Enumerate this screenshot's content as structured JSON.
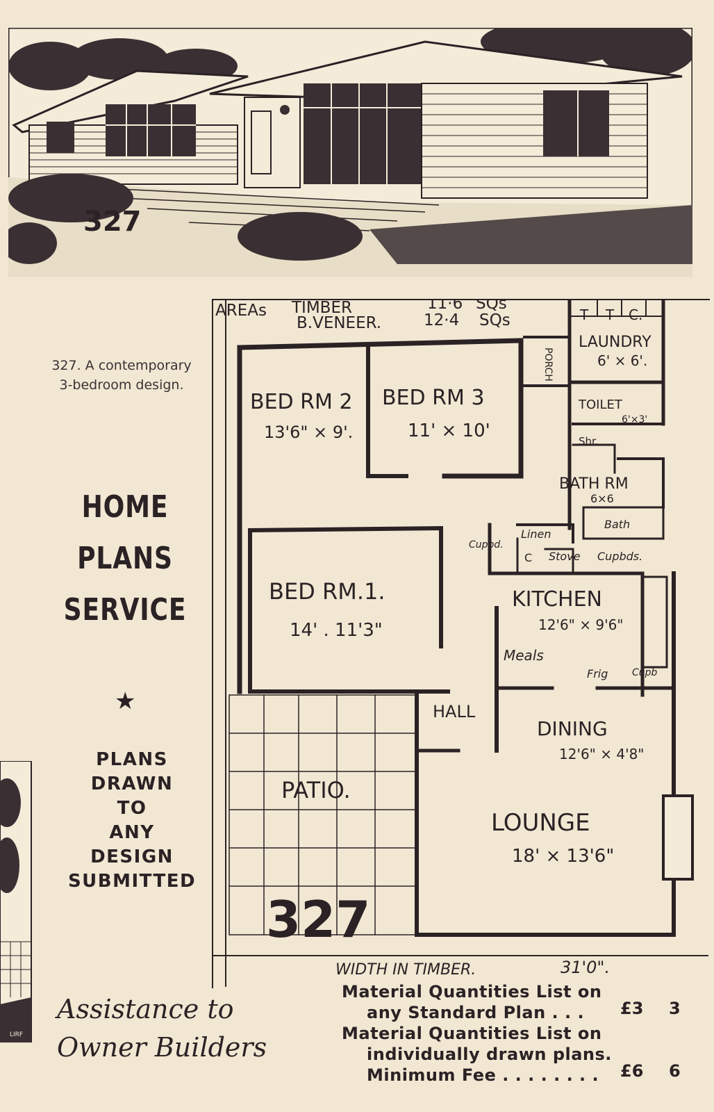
{
  "sketch": {
    "number": "327"
  },
  "caption": {
    "line1": "327. A contemporary",
    "line2": "3-bedroom design."
  },
  "service": {
    "line1": "HOME",
    "line2": "PLANS",
    "line3": "SERVICE",
    "star": "★"
  },
  "plans_drawn": {
    "line1": "PLANS",
    "line2": "DRAWN",
    "line3": "TO",
    "line4": "ANY",
    "line5": "DESIGN",
    "line6": "SUBMITTED"
  },
  "thumb": {
    "label": "LIRF"
  },
  "assistance": {
    "line1": "Assistance to",
    "line2": "Owner Builders"
  },
  "material": {
    "item1_line1": "Material Quantities List on",
    "item1_line2": "any Standard Plan . . .",
    "item1_price": "£3",
    "item1_price_b": "3",
    "item2_line1": "Material Quantities List on",
    "item2_line2": "individually drawn plans.",
    "item2_line3": "Minimum Fee . . . . . . . .",
    "item2_price": "£6",
    "item2_price_b": "6"
  },
  "plan": {
    "areas_label": "AREAs",
    "timber_label": "TIMBER",
    "veneer_label": "B.VENEER.",
    "timber_area": "11·6",
    "veneer_area": "12·4",
    "sqs1": "SQs",
    "sqs2": "SQs",
    "bed2": "BED RM 2",
    "bed2_size": "13'6\" × 9'.",
    "bed3": "BED RM 3",
    "bed3_size": "11' × 10'",
    "bed1": "BED RM.1.",
    "bed1_size": "14' . 11'3\"",
    "porch": "PORCH",
    "laundry": "LAUNDRY",
    "laundry_size": "6' × 6'.",
    "ttc1": "T",
    "ttc2": "T",
    "ttc3": "C.",
    "toilet": "TOILET",
    "toilet_size": "6'×3'",
    "shr": "Shr.",
    "bathrm": "BATH RM",
    "bathrm_size": "6×6",
    "bath": "Bath",
    "cupbd": "Cupbd.",
    "linen": "Linen",
    "c": "C",
    "stove": "Stove",
    "cupbds": "Cupbds.",
    "kitchen": "KITCHEN",
    "kitchen_size": "12'6\" × 9'6\"",
    "meals": "Meals",
    "frig": "Frig",
    "cupb": "Cupb",
    "hall": "HALL",
    "dining": "DINING",
    "dining_size": "12'6\" × 4'8\"",
    "patio": "PATIO.",
    "lounge": "LOUNGE",
    "lounge_size": "18' × 13'6\"",
    "number": "327",
    "width_label": "WIDTH IN TIMBER.",
    "width_value": "31'0\"."
  }
}
